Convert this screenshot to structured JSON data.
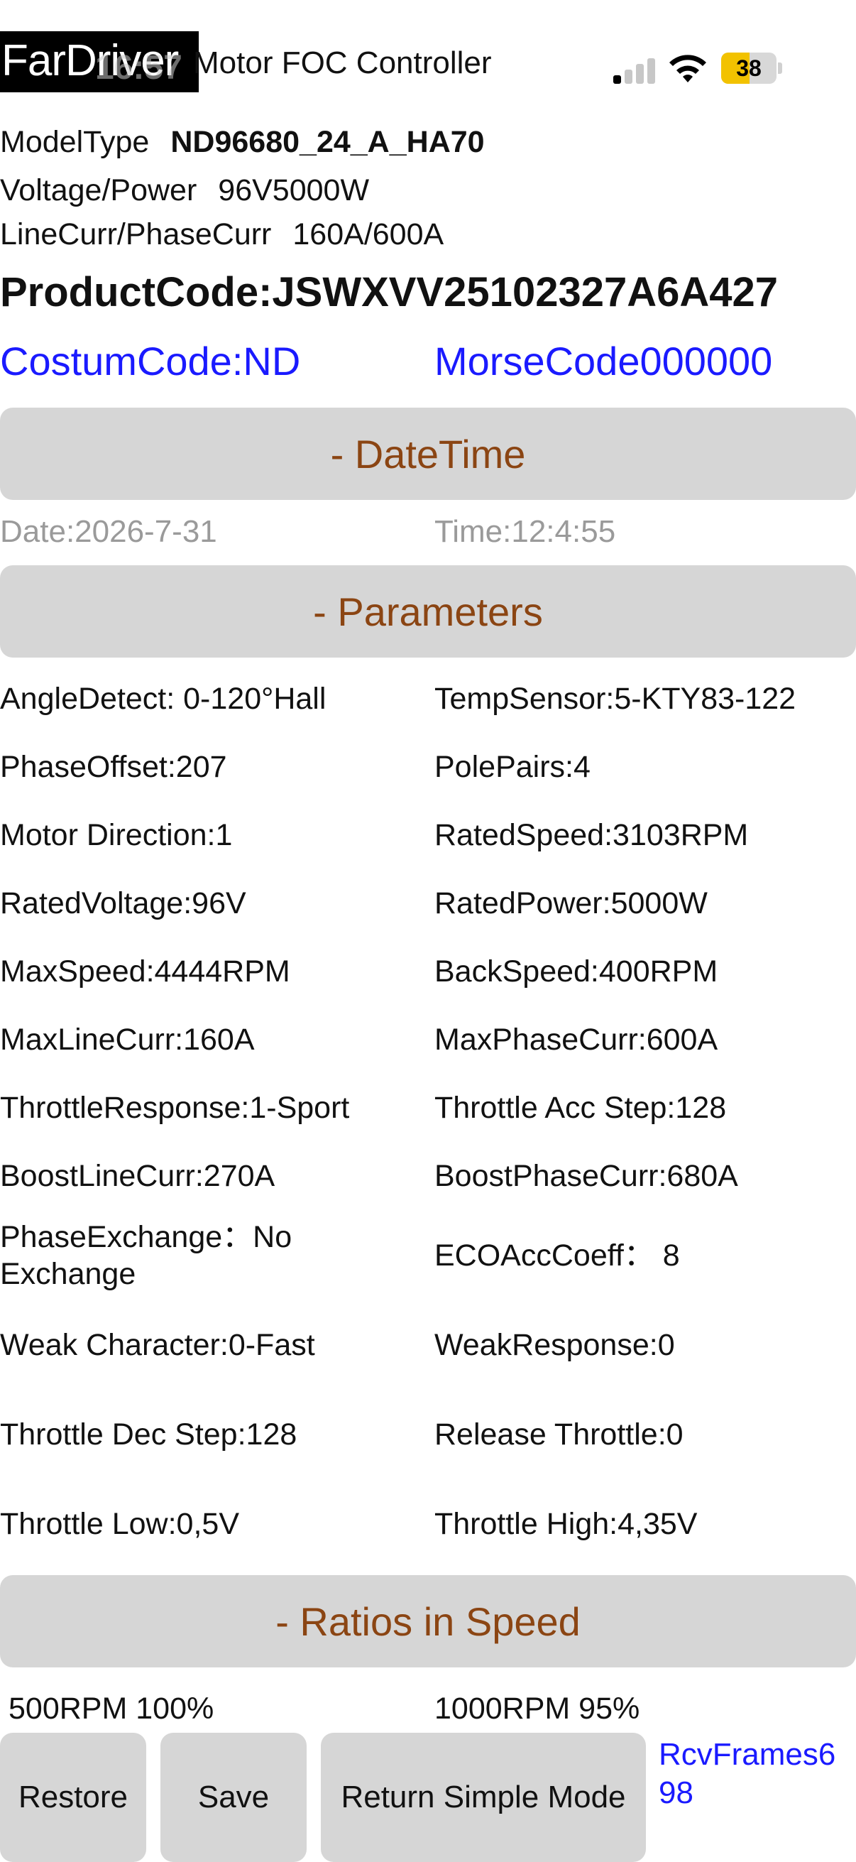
{
  "status": {
    "brand": "FarDriver",
    "time": "16:57",
    "title": "Motor FOC Controller",
    "battery": "38",
    "battery_color": "#f2c200"
  },
  "info": {
    "model_label": "ModelType",
    "model_value": "ND96680_24_A_HA70",
    "voltage_label": "Voltage/Power",
    "voltage_value": "96V5000W",
    "current_label": "LineCurr/PhaseCurr",
    "current_value": "160A/600A",
    "product_code": "ProductCode:JSWXVV25102327A6A427",
    "custom_code": "CostumCode:ND",
    "morse_code": "MorseCode000000"
  },
  "sections": {
    "datetime": "- DateTime",
    "parameters": "- Parameters",
    "ratios": "- Ratios in Speed"
  },
  "datetime": {
    "date": "Date:2026-7-31",
    "time": "Time:12:4:55"
  },
  "parameters": [
    {
      "left": "AngleDetect: 0-120°Hall",
      "right": "TempSensor:5-KTY83-122"
    },
    {
      "left": "PhaseOffset:207",
      "right": "PolePairs:4"
    },
    {
      "left": "Motor Direction:1",
      "right": "RatedSpeed:3103RPM"
    },
    {
      "left": "RatedVoltage:96V",
      "right": "RatedPower:5000W"
    },
    {
      "left": "MaxSpeed:4444RPM",
      "right": "BackSpeed:400RPM"
    },
    {
      "left": "MaxLineCurr:160A",
      "right": "MaxPhaseCurr:600A"
    },
    {
      "left": "ThrottleResponse:1-Sport",
      "right": "Throttle Acc Step:128"
    },
    {
      "left": "BoostLineCurr:270A",
      "right": "BoostPhaseCurr:680A"
    },
    {
      "left": "PhaseExchange：No Exchange",
      "right": "ECOAccCoeff：  8"
    },
    {
      "left": "Weak Character:0-Fast",
      "right": "WeakResponse:0"
    },
    {
      "left": "Throttle Dec Step:128",
      "right": "Release Throttle:0"
    },
    {
      "left": "Throttle Low:0,5V",
      "right": "Throttle High:4,35V"
    }
  ],
  "ratios": [
    {
      "left": "500RPM 100%",
      "right": "1000RPM  95%"
    }
  ],
  "bottom": {
    "restore": "Restore",
    "save": "Save",
    "simple_mode": "Return Simple Mode",
    "rcv_frames": "RcvFrames698"
  }
}
